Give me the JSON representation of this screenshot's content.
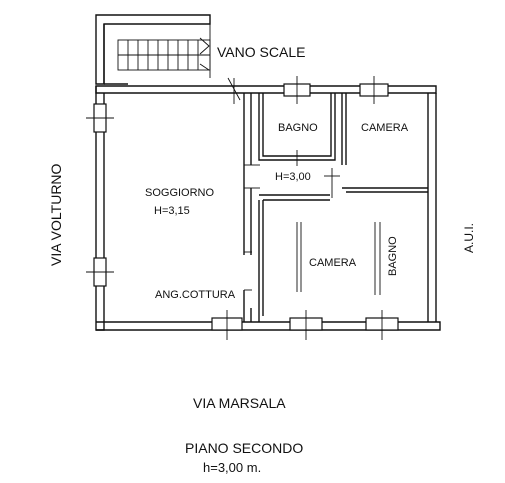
{
  "rooms": {
    "vano_scale": "VANO SCALE",
    "bagno_top": "BAGNO",
    "camera_top": "CAMERA",
    "hall_height": "H=3,00",
    "soggiorno": "SOGGIORNO",
    "soggiorno_height": "H=3,15",
    "ang_cottura": "ANG.COTTURA",
    "camera_bottom": "CAMERA",
    "bagno_bottom": "BAGNO"
  },
  "streets": {
    "left": "VIA VOLTURNO",
    "bottom": "VIA MARSALA",
    "right": "A.U.I."
  },
  "caption": {
    "floor": "PIANO SECONDO",
    "height": "h=3,00 m."
  }
}
